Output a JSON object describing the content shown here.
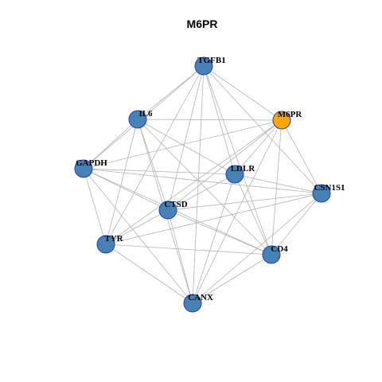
{
  "title": "M6PR",
  "colors": {
    "background": "#ffffff",
    "edge": "#b3b3b3",
    "node_default": "#4682b4",
    "node_highlight": "#ffa500",
    "node_border": "#1f3fbf"
  },
  "nodes": [
    {
      "id": "TGFB1",
      "label": "TGFB1",
      "highlight": false
    },
    {
      "id": "IL6",
      "label": "IL6",
      "highlight": false
    },
    {
      "id": "M6PR",
      "label": "M6PR",
      "highlight": true
    },
    {
      "id": "GAPDH",
      "label": "GAPDH",
      "highlight": false
    },
    {
      "id": "LDLR",
      "label": "LDLR",
      "highlight": false
    },
    {
      "id": "CSN1S1",
      "label": "CSN1S1",
      "highlight": false
    },
    {
      "id": "CTSD",
      "label": "CTSD",
      "highlight": false
    },
    {
      "id": "TYR",
      "label": "TYR",
      "highlight": false
    },
    {
      "id": "CD4",
      "label": "CD4",
      "highlight": false
    },
    {
      "id": "CANX",
      "label": "CANX",
      "highlight": false
    }
  ],
  "edges": [
    [
      "TGFB1",
      "IL6"
    ],
    [
      "TGFB1",
      "M6PR"
    ],
    [
      "TGFB1",
      "GAPDH"
    ],
    [
      "TGFB1",
      "LDLR"
    ],
    [
      "TGFB1",
      "CSN1S1"
    ],
    [
      "TGFB1",
      "CTSD"
    ],
    [
      "TGFB1",
      "TYR"
    ],
    [
      "TGFB1",
      "CD4"
    ],
    [
      "TGFB1",
      "CANX"
    ],
    [
      "IL6",
      "M6PR"
    ],
    [
      "IL6",
      "GAPDH"
    ],
    [
      "IL6",
      "LDLR"
    ],
    [
      "IL6",
      "CTSD"
    ],
    [
      "IL6",
      "TYR"
    ],
    [
      "IL6",
      "CD4"
    ],
    [
      "IL6",
      "CANX"
    ],
    [
      "M6PR",
      "GAPDH"
    ],
    [
      "M6PR",
      "LDLR"
    ],
    [
      "M6PR",
      "CSN1S1"
    ],
    [
      "M6PR",
      "CTSD"
    ],
    [
      "M6PR",
      "TYR"
    ],
    [
      "M6PR",
      "CD4"
    ],
    [
      "M6PR",
      "CANX"
    ],
    [
      "GAPDH",
      "LDLR"
    ],
    [
      "GAPDH",
      "CSN1S1"
    ],
    [
      "GAPDH",
      "CTSD"
    ],
    [
      "GAPDH",
      "TYR"
    ],
    [
      "GAPDH",
      "CD4"
    ],
    [
      "GAPDH",
      "CANX"
    ],
    [
      "LDLR",
      "CSN1S1"
    ],
    [
      "LDLR",
      "CTSD"
    ],
    [
      "LDLR",
      "CD4"
    ],
    [
      "LDLR",
      "CANX"
    ],
    [
      "CSN1S1",
      "CTSD"
    ],
    [
      "CSN1S1",
      "TYR"
    ],
    [
      "CSN1S1",
      "CD4"
    ],
    [
      "CSN1S1",
      "CANX"
    ],
    [
      "CTSD",
      "TYR"
    ],
    [
      "CTSD",
      "CD4"
    ],
    [
      "CTSD",
      "CANX"
    ],
    [
      "TYR",
      "CD4"
    ],
    [
      "TYR",
      "CANX"
    ],
    [
      "CD4",
      "CANX"
    ]
  ]
}
